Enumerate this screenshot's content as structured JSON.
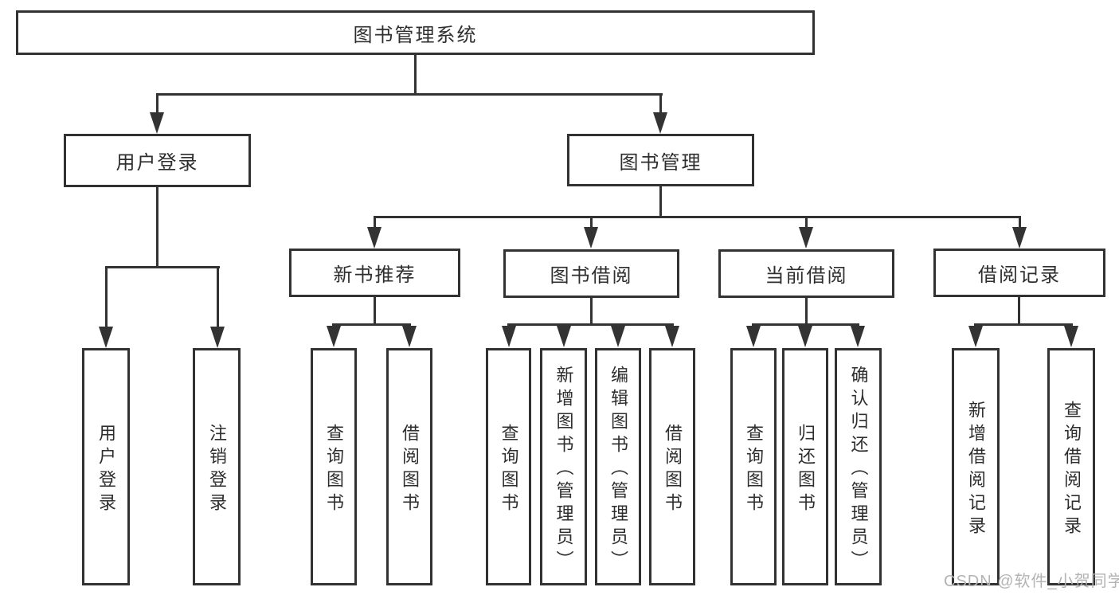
{
  "diagram": {
    "type": "tree",
    "root": {
      "label": "图书管理系统",
      "children": [
        {
          "label": "用户登录",
          "children": [
            {
              "label": "用户登录"
            },
            {
              "label": "注销登录"
            }
          ]
        },
        {
          "label": "图书管理",
          "children": [
            {
              "label": "新书推荐",
              "children": [
                {
                  "label": "查询图书"
                },
                {
                  "label": "借阅图书"
                }
              ]
            },
            {
              "label": "图书借阅",
              "children": [
                {
                  "label": "查询图书"
                },
                {
                  "label": "新增图书（管理员）"
                },
                {
                  "label": "编辑图书（管理员）"
                },
                {
                  "label": "借阅图书"
                }
              ]
            },
            {
              "label": "当前借阅",
              "children": [
                {
                  "label": "查询图书"
                },
                {
                  "label": "归还图书"
                },
                {
                  "label": "确认归还（管理员）"
                }
              ]
            },
            {
              "label": "借阅记录",
              "children": [
                {
                  "label": "新增借阅记录"
                },
                {
                  "label": "查询借阅记录"
                }
              ]
            }
          ]
        }
      ]
    }
  },
  "watermark": {
    "text": "CSDN @软件_小贺同学",
    "color": "#b3b3b3"
  },
  "colors": {
    "line": "#333333",
    "text": "#2e2e2e",
    "box_background": "#ffffff",
    "page_background": "#ffffff"
  }
}
